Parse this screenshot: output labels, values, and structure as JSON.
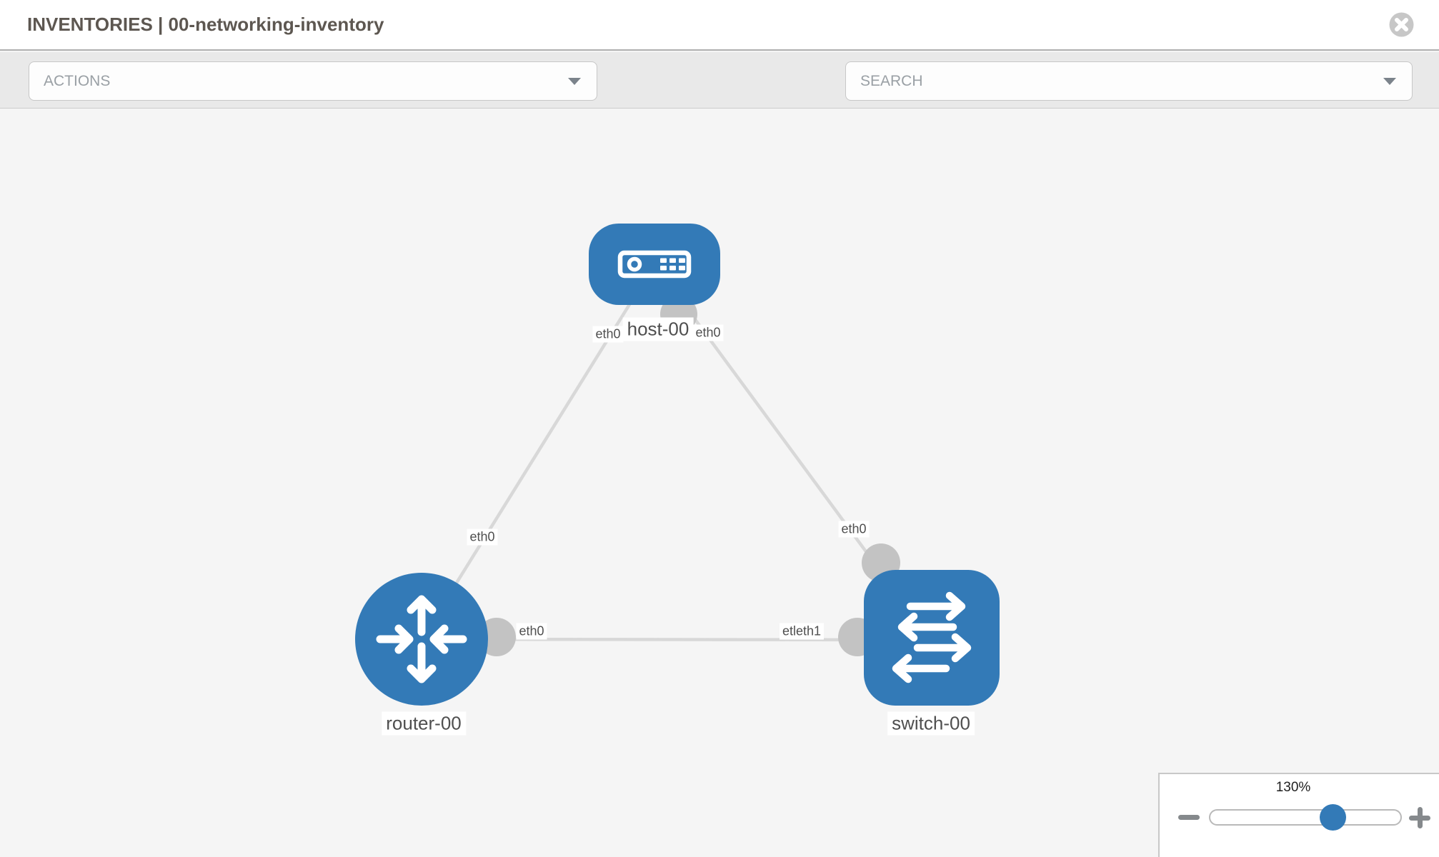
{
  "window": {
    "title": "INVENTORIES | 00-networking-inventory",
    "section": "INVENTORIES",
    "inventory_name": "00-networking-inventory"
  },
  "toolbar": {
    "actions_label": "ACTIONS",
    "search_placeholder": "SEARCH",
    "icons": [
      "wrench-icon",
      "key-icon"
    ]
  },
  "graph": {
    "nodes": [
      {
        "id": "host-00",
        "type": "host",
        "label": "host-00"
      },
      {
        "id": "router-00",
        "type": "router",
        "label": "router-00"
      },
      {
        "id": "switch-00",
        "type": "switch",
        "label": "switch-00"
      }
    ],
    "links": [
      {
        "from": "host-00",
        "to": "router-00",
        "from_label": "eth0",
        "to_label": "eth0"
      },
      {
        "from": "host-00",
        "to": "switch-00",
        "from_label": "eth0",
        "to_label": "eth0"
      },
      {
        "from": "router-00",
        "to": "switch-00",
        "from_label": "eth0",
        "to_label": "etleth1"
      }
    ]
  },
  "zoom_control": {
    "level": "130%",
    "icons": [
      "minus-icon",
      "plus-icon"
    ]
  },
  "colors": {
    "node_blue": "#337ab7",
    "canvas_bg": "#f5f5f5",
    "toolbar_bg": "#e9e9e9",
    "link_gray": "#d8d8d8",
    "endpoint_gray": "#c3c3c3",
    "label_text": "#4f4f4f",
    "icon_gray": "#888f95"
  }
}
